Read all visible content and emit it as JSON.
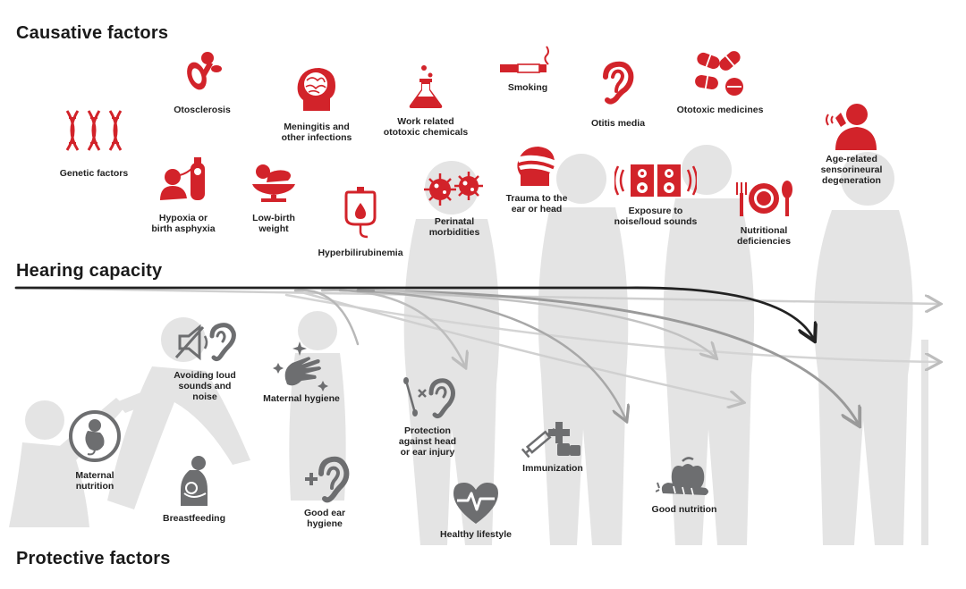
{
  "headings": {
    "causative": "Causative factors",
    "hearing": "Hearing capacity",
    "protective": "Protective factors"
  },
  "colors": {
    "causative_accent": "#d2232a",
    "protective_accent": "#6d6e70",
    "silhouette": "#e2e2e2",
    "axis_line": "#222222"
  },
  "causative_factors": [
    {
      "label": "Genetic factors",
      "icon": "dna-icon"
    },
    {
      "label": "Otosclerosis",
      "icon": "ear-bones-icon"
    },
    {
      "label": "Meningitis and\nother infections",
      "icon": "brain-head-icon"
    },
    {
      "label": "Work related\nototoxic chemicals",
      "icon": "flask-icon"
    },
    {
      "label": "Smoking",
      "icon": "cigarette-icon"
    },
    {
      "label": "Otitis media",
      "icon": "ear-icon"
    },
    {
      "label": "Ototoxic medicines",
      "icon": "pills-icon"
    },
    {
      "label": "Age-related\nsensorineural\ndegeneration",
      "icon": "elderly-ear-icon"
    },
    {
      "label": "Hypoxia or\nbirth asphyxia",
      "icon": "oxygen-tank-icon"
    },
    {
      "label": "Low-birth\nweight",
      "icon": "baby-scale-icon"
    },
    {
      "label": "Hyperbilirubinemia",
      "icon": "iv-bag-icon"
    },
    {
      "label": "Perinatal\nmorbidities",
      "icon": "virus-icon"
    },
    {
      "label": "Trauma to the\near or head",
      "icon": "bandaged-head-icon"
    },
    {
      "label": "Exposure to\nnoise/loud sounds",
      "icon": "speakers-icon"
    },
    {
      "label": "Nutritional\ndeficiencies",
      "icon": "plate-cutlery-icon"
    }
  ],
  "protective_factors": [
    {
      "label": "Maternal\nnutrition",
      "icon": "fetus-icon"
    },
    {
      "label": "Avoiding loud\nsounds and\nnoise",
      "icon": "muted-speaker-ear-icon"
    },
    {
      "label": "Maternal hygiene",
      "icon": "clean-hand-icon"
    },
    {
      "label": "Breastfeeding",
      "icon": "breastfeeding-icon"
    },
    {
      "label": "Good ear\nhygiene",
      "icon": "ear-plus-icon"
    },
    {
      "label": "Protection\nagainst head\nor ear injury",
      "icon": "no-cotton-swab-icon"
    },
    {
      "label": "Healthy lifestyle",
      "icon": "heart-pulse-icon"
    },
    {
      "label": "Immunization",
      "icon": "syringe-icon"
    },
    {
      "label": "Good nutrition",
      "icon": "fruit-veg-icon"
    }
  ]
}
